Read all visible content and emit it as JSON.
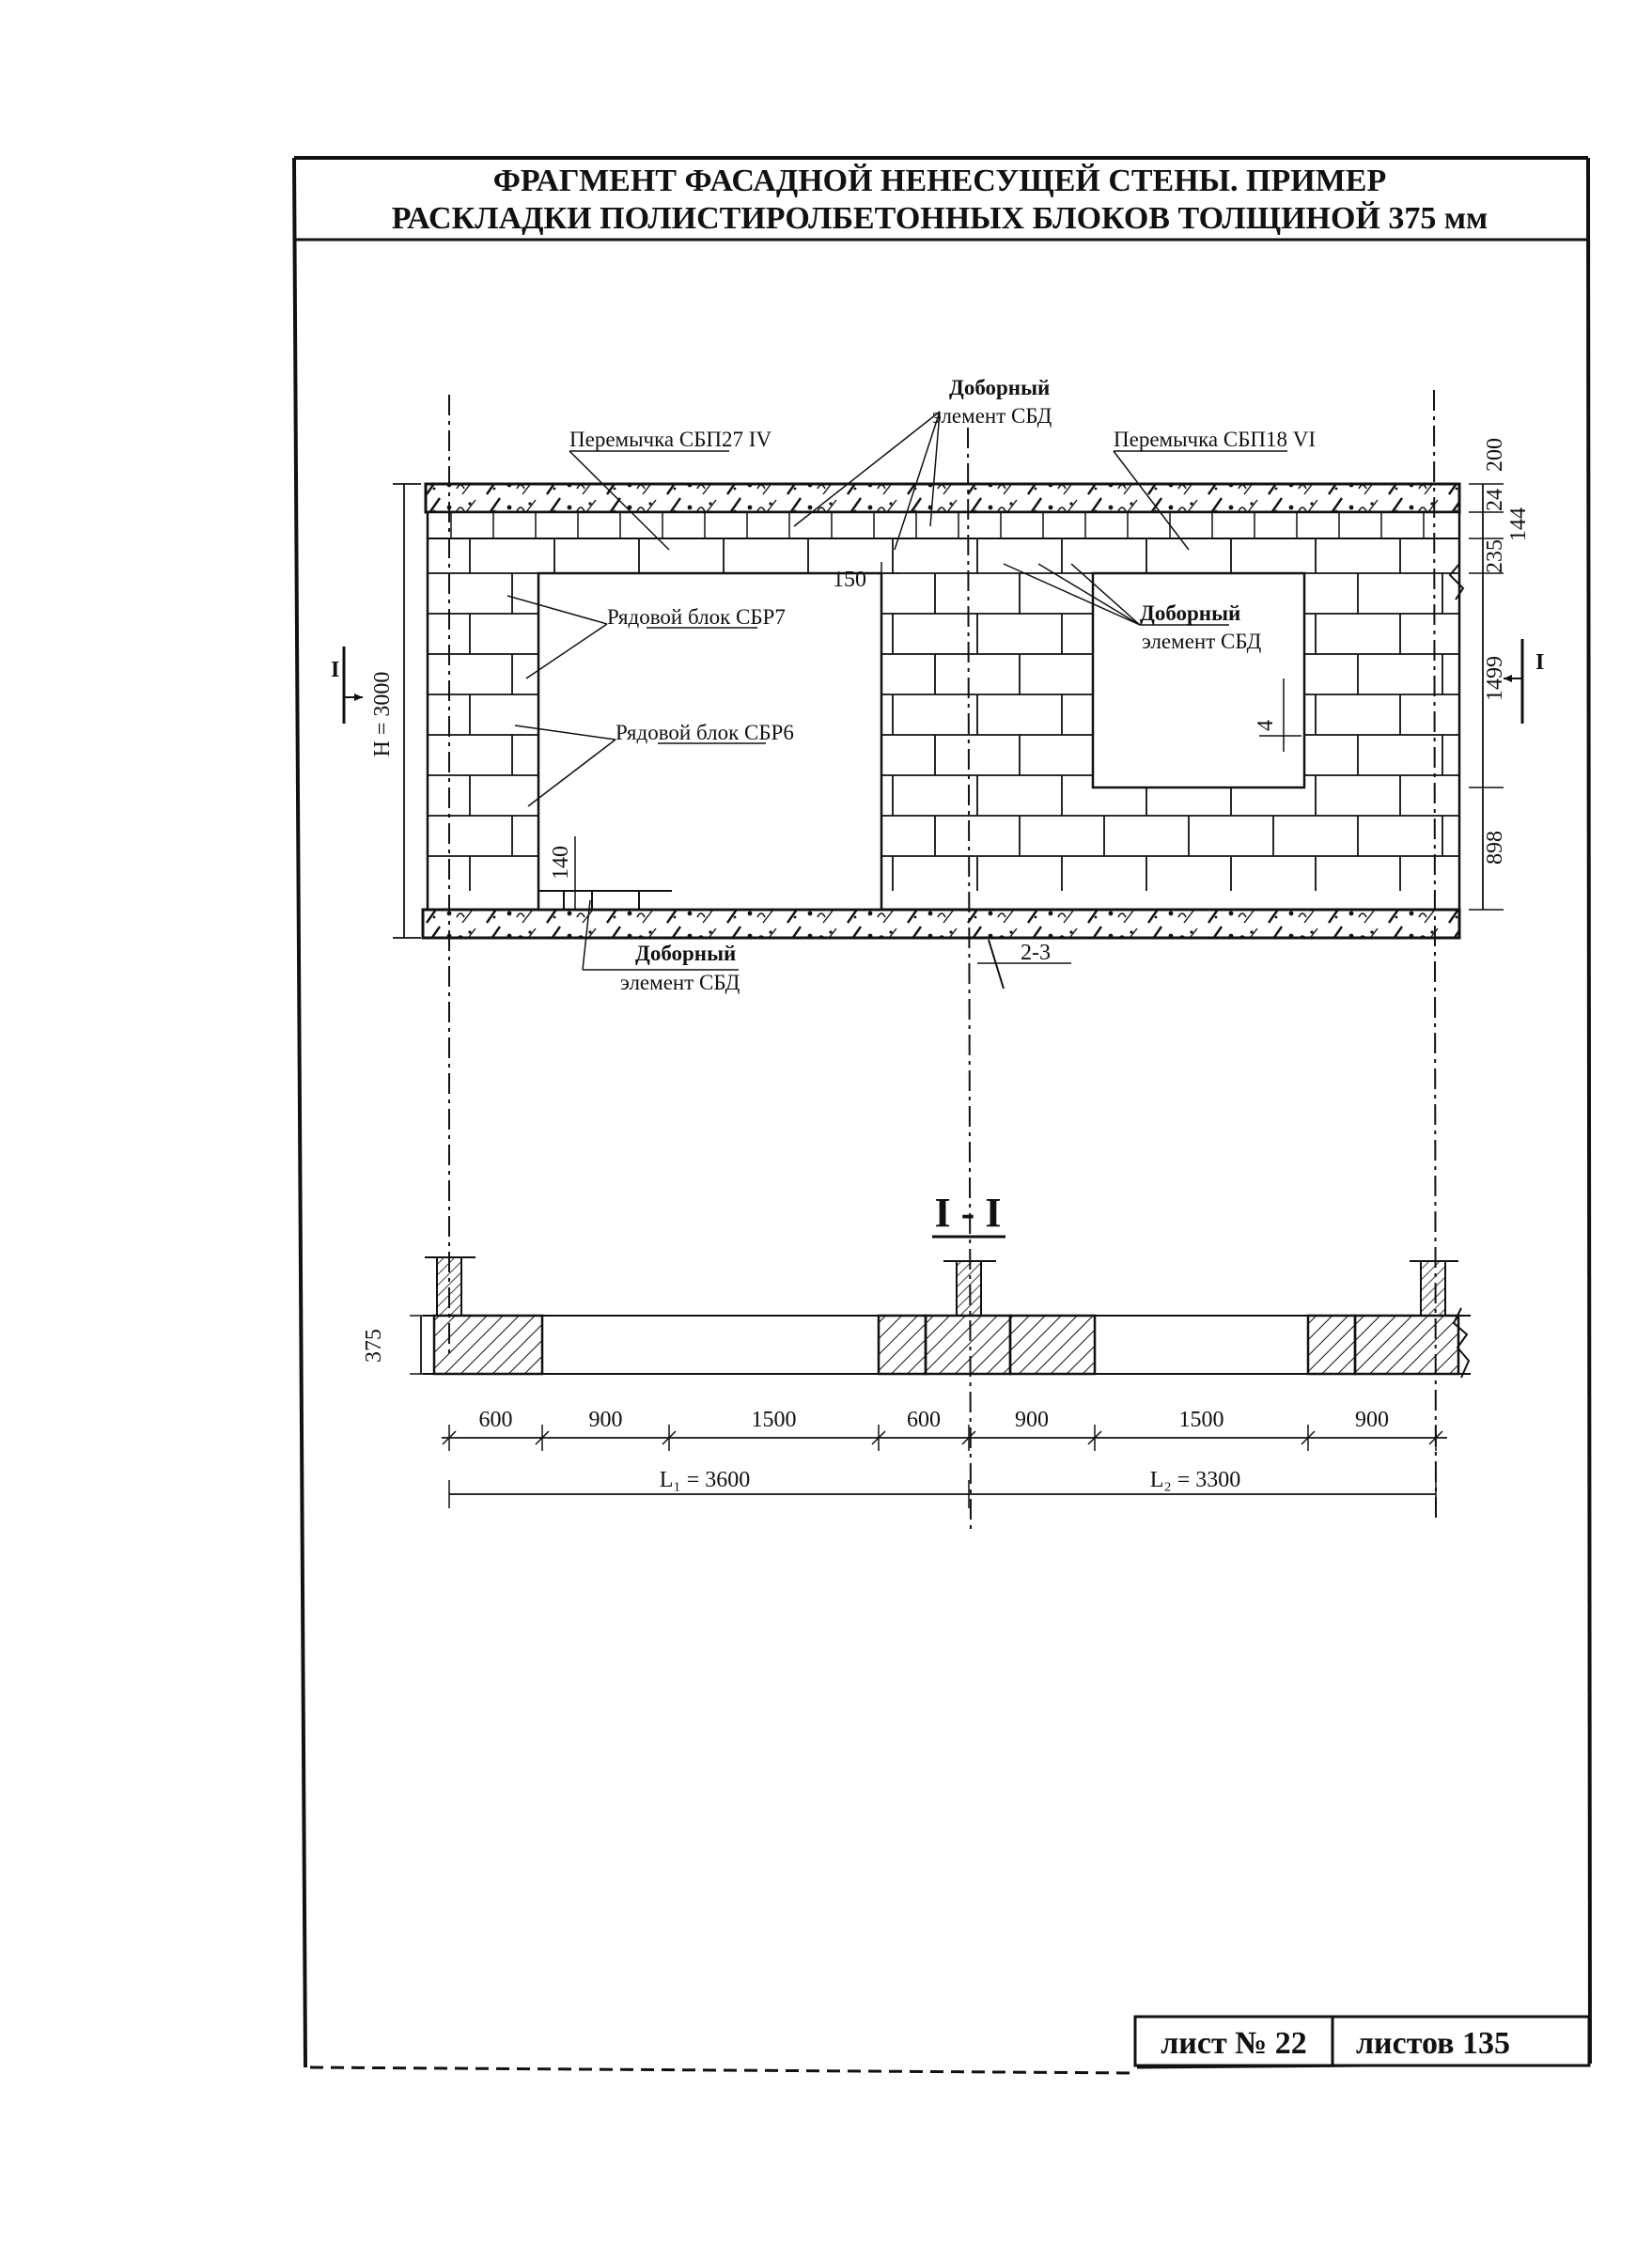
{
  "title": {
    "line1": "ФРАГМЕНТ ФАСАДНОЙ НЕНЕСУЩЕЙ СТЕНЫ. ПРИМЕР",
    "line2": "РАСКЛАДКИ ПОЛИСТИРОЛБЕТОННЫХ БЛОКОВ ТОЛЩИНОЙ 375 мм"
  },
  "callouts": {
    "lintel_left": "Перемычка СБП27 IV",
    "lintel_right": "Перемычка СБП18 VI",
    "dobor_top_1": "Доборный",
    "dobor_top_2": "элемент СБД",
    "dobor_mid_1": "Доборный",
    "dobor_mid_2": "элемент СБД",
    "dobor_bot_1": "Доборный",
    "dobor_bot_2": "элемент СБД",
    "block7": "Рядовой блок СБР7",
    "block6": "Рядовой блок СБР6"
  },
  "elevation_dims": {
    "height": "H = 3000",
    "d200": "200",
    "d24": "24",
    "d144": "144",
    "d235": "235",
    "d1499": "1499",
    "d898": "898",
    "d150": "150",
    "d4": "4",
    "d140": "140",
    "axis_mark": "2-3",
    "cut_left": "I",
    "cut_right": "I"
  },
  "section": {
    "title": "I - I",
    "thickness": "375",
    "spans": [
      "600",
      "900",
      "1500",
      "600",
      "900",
      "1500",
      "900"
    ],
    "l1": "L₁ = 3600",
    "l2": "L₂ = 3300"
  },
  "stamp": {
    "sheet_label": "лист № 22",
    "sheets_label": "листов 135"
  }
}
